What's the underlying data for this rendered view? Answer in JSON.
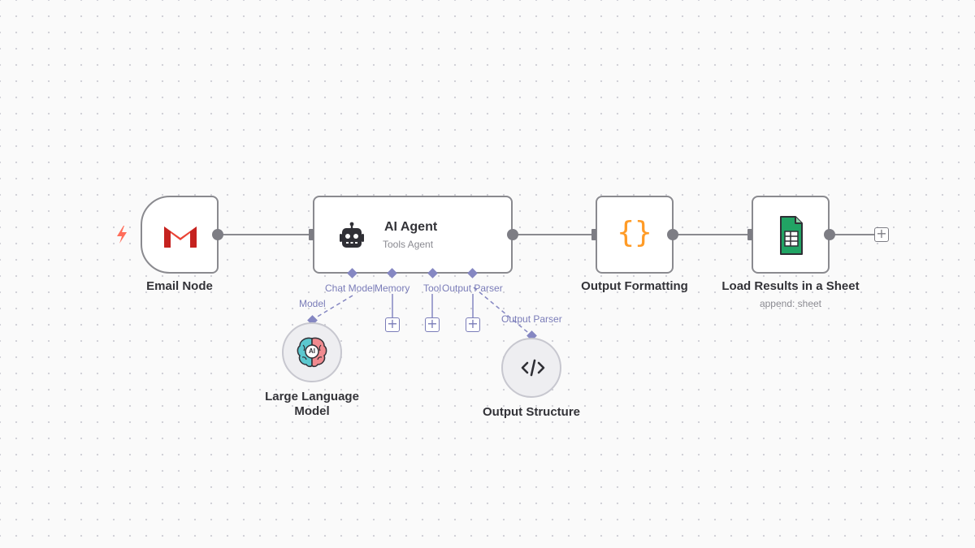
{
  "nodes": {
    "email": {
      "label": "Email Node"
    },
    "agent": {
      "title": "AI Agent",
      "subtitle": "Tools Agent"
    },
    "output_formatting": {
      "label": "Output Formatting"
    },
    "sheet": {
      "label": "Load Results in a Sheet",
      "subtitle": "append: sheet"
    },
    "llm": {
      "label_line1": "Large Language",
      "label_line2": "Model",
      "badge": "AI"
    },
    "output_structure": {
      "label": "Output Structure"
    }
  },
  "ports": {
    "chat_model": "Chat Model",
    "memory": "Memory",
    "tool": "Tool",
    "output_parser": "Output Parser"
  },
  "connection_labels": {
    "model": "Model",
    "output_parser": "Output Parser"
  },
  "icons": {
    "trigger": "lightning-bolt-icon",
    "email": "gmail-icon",
    "agent": "robot-icon",
    "formatting": "curly-braces-icon",
    "sheet": "google-sheets-icon",
    "llm": "brain-icon",
    "output_structure": "code-icon",
    "add": "plus-icon"
  },
  "colors": {
    "node_border": "#8a8a8f",
    "port": "#8587c2",
    "trigger": "#ff6d5a",
    "gmail_red": "#ea4335",
    "braces": "#ff9b26",
    "sheets_green": "#21a464"
  }
}
